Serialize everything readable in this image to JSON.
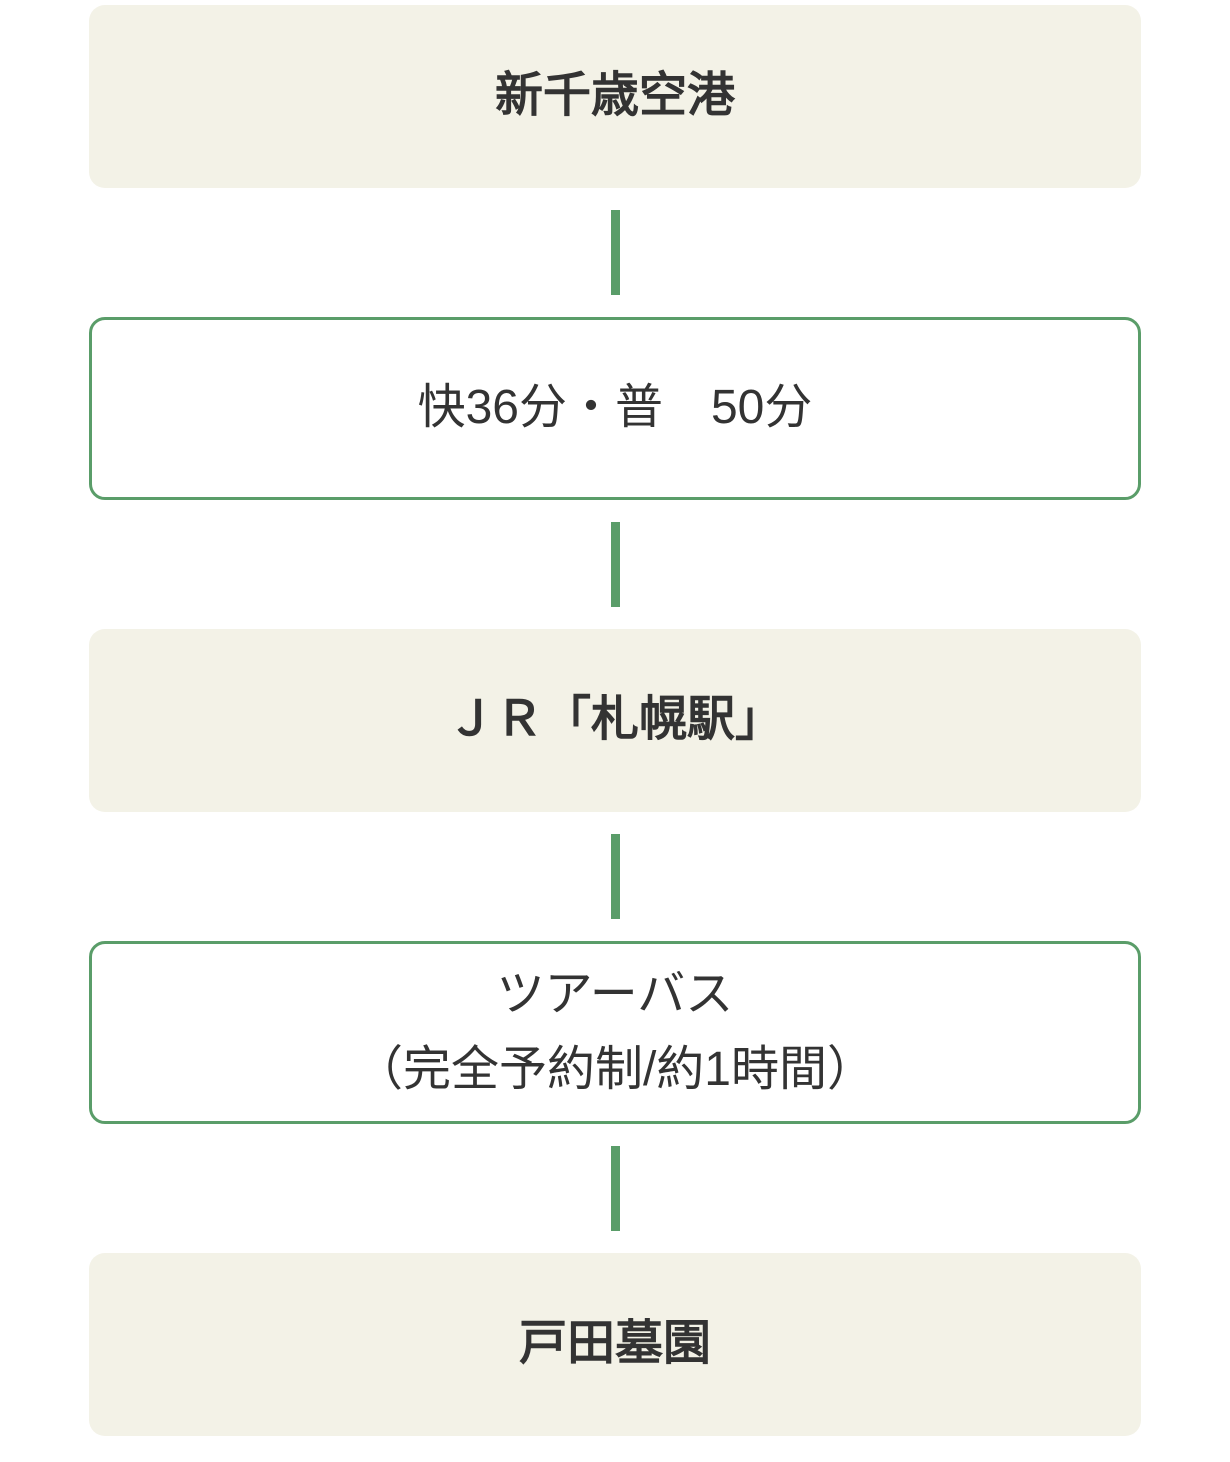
{
  "colors": {
    "accent_green": "#5a9d69",
    "station_bg": "#f3f2e7",
    "box_bg": "#ffffff",
    "text": "#333333"
  },
  "flow": {
    "nodes": [
      {
        "type": "station",
        "label": "新千歳空港"
      },
      {
        "type": "transit",
        "label": "快36分・普　50分"
      },
      {
        "type": "station",
        "label": "ＪＲ「札幌駅」"
      },
      {
        "type": "transit",
        "label": "ツアーバス",
        "sublabel": "（完全予約制/約1時間）"
      },
      {
        "type": "station",
        "label": "戸田墓園"
      }
    ]
  }
}
